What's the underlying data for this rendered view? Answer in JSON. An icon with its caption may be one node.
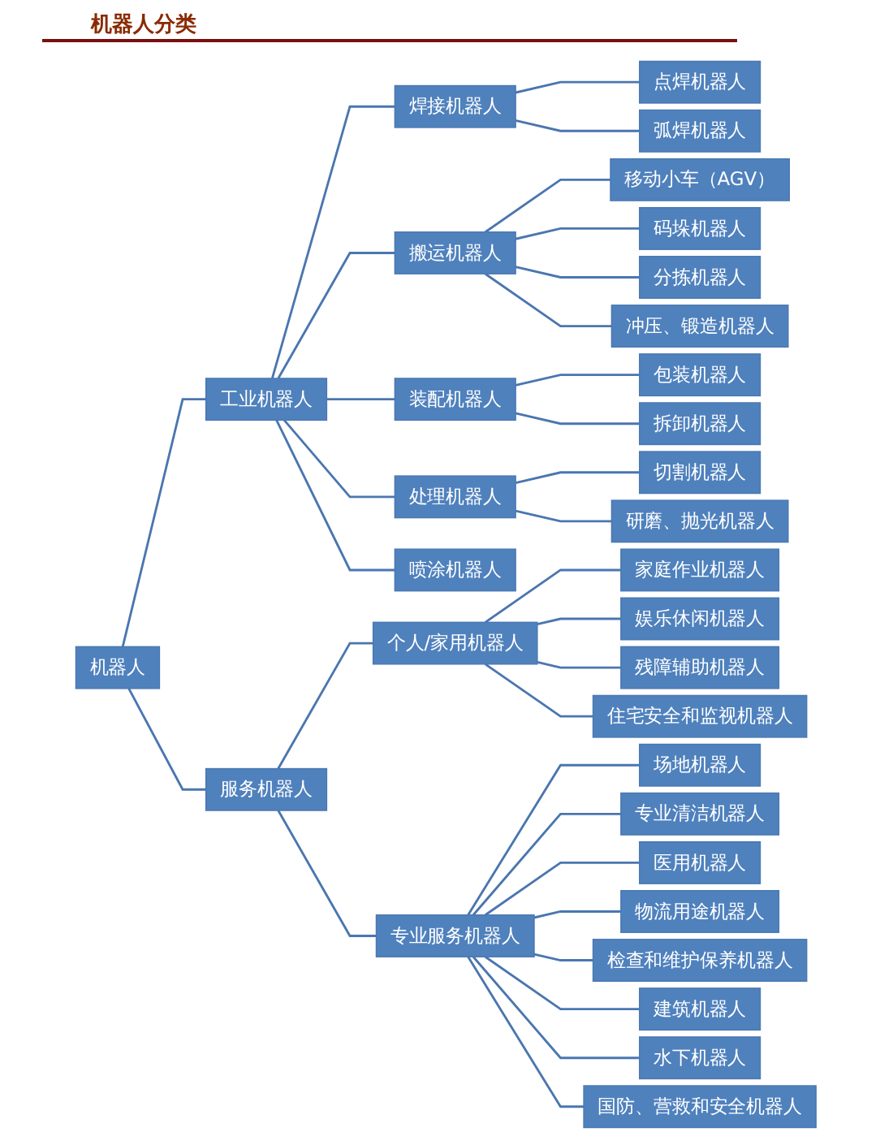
{
  "diagram": {
    "title": "机器人分类",
    "nodes": [
      {
        "text": [
          "机器人"
        ]
      },
      {
        "text": [
          "工业机器人"
        ]
      },
      {
        "text": [
          "焊接机器人"
        ]
      },
      {
        "text": [
          "点焊机器人"
        ]
      },
      {
        "text": [
          "弧焊机器人"
        ]
      },
      {
        "text": [
          "搬运机器人"
        ]
      },
      {
        "text": [
          "移动小车（AGV）"
        ]
      },
      {
        "text": [
          "码垛机器人"
        ]
      },
      {
        "text": [
          "分拣机器人"
        ]
      },
      {
        "text": [
          "冲压、锻造机器人"
        ]
      },
      {
        "text": [
          "装配机器人"
        ]
      },
      {
        "text": [
          "包装机器人"
        ]
      },
      {
        "text": [
          "拆卸机器人"
        ]
      },
      {
        "text": [
          "处理机器人"
        ]
      },
      {
        "text": [
          "切割机器人"
        ]
      },
      {
        "text": [
          "研磨、抛光机器人"
        ]
      },
      {
        "text": [
          "喷涂机器人"
        ]
      },
      {
        "text": [
          "服务机器人"
        ]
      },
      {
        "text": [
          "个人/家用机器人"
        ]
      },
      {
        "text": [
          "家庭作业机器人"
        ]
      },
      {
        "text": [
          "娱乐休闲机器人"
        ]
      },
      {
        "text": [
          "残障辅助机器人"
        ]
      },
      {
        "text": [
          "住宅安全和监视机器人"
        ]
      },
      {
        "text": [
          "专业服务机器人"
        ]
      },
      {
        "text": [
          "场地机器人"
        ]
      },
      {
        "text": [
          "专业清洁机器人"
        ]
      },
      {
        "text": [
          "医用机器人"
        ]
      },
      {
        "text": [
          "物流用途机器人"
        ]
      },
      {
        "text": [
          "检查和维护保养机器人"
        ]
      },
      {
        "text": [
          "建筑机器人"
        ]
      },
      {
        "text": [
          "水下机器人"
        ]
      },
      {
        "text": [
          "国防、营救和安全机器人"
        ]
      }
    ],
    "edges": [
      {
        "from": 0,
        "to": 1,
        "arrow": "none"
      },
      {
        "from": 1,
        "to": 2,
        "arrow": "none"
      },
      {
        "from": 2,
        "to": 3,
        "arrow": "none"
      },
      {
        "from": 2,
        "to": 4,
        "arrow": "none"
      },
      {
        "from": 1,
        "to": 5,
        "arrow": "none"
      },
      {
        "from": 5,
        "to": 6,
        "arrow": "none"
      },
      {
        "from": 5,
        "to": 7,
        "arrow": "none"
      },
      {
        "from": 5,
        "to": 8,
        "arrow": "none"
      },
      {
        "from": 5,
        "to": 9,
        "arrow": "none"
      },
      {
        "from": 1,
        "to": 10,
        "arrow": "none"
      },
      {
        "from": 10,
        "to": 11,
        "arrow": "none"
      },
      {
        "from": 10,
        "to": 12,
        "arrow": "none"
      },
      {
        "from": 1,
        "to": 13,
        "arrow": "none"
      },
      {
        "from": 13,
        "to": 14,
        "arrow": "none"
      },
      {
        "from": 13,
        "to": 15,
        "arrow": "none"
      },
      {
        "from": 1,
        "to": 16,
        "arrow": "none"
      },
      {
        "from": 0,
        "to": 17,
        "arrow": "none"
      },
      {
        "from": 17,
        "to": 18,
        "arrow": "none"
      },
      {
        "from": 18,
        "to": 19,
        "arrow": "none"
      },
      {
        "from": 18,
        "to": 20,
        "arrow": "none"
      },
      {
        "from": 18,
        "to": 21,
        "arrow": "none"
      },
      {
        "from": 18,
        "to": 22,
        "arrow": "none"
      },
      {
        "from": 17,
        "to": 23,
        "arrow": "none"
      },
      {
        "from": 23,
        "to": 24,
        "arrow": "none"
      },
      {
        "from": 23,
        "to": 25,
        "arrow": "none"
      },
      {
        "from": 23,
        "to": 26,
        "arrow": "none"
      },
      {
        "from": 23,
        "to": 27,
        "arrow": "none"
      },
      {
        "from": 23,
        "to": 28,
        "arrow": "none"
      },
      {
        "from": 23,
        "to": 29,
        "arrow": "none"
      },
      {
        "from": 23,
        "to": 30,
        "arrow": "none"
      },
      {
        "from": 23,
        "to": 31,
        "arrow": "none"
      }
    ]
  }
}
